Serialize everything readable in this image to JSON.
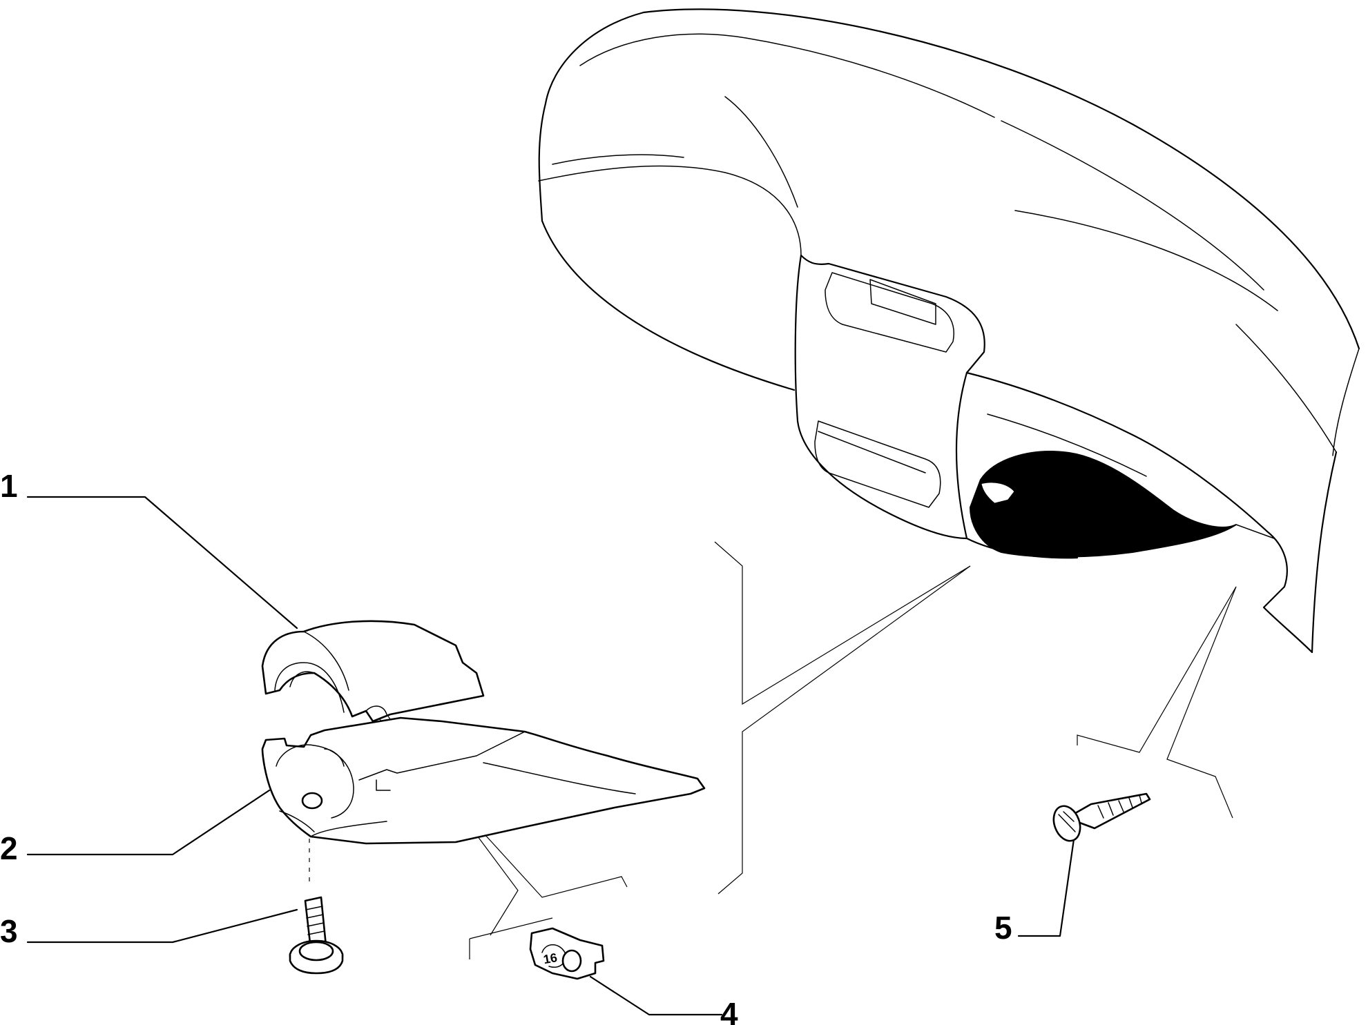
{
  "callouts": [
    {
      "id": "1",
      "label": "1"
    },
    {
      "id": "2",
      "label": "2"
    },
    {
      "id": "3",
      "label": "3"
    },
    {
      "id": "4",
      "label": "4"
    },
    {
      "id": "5",
      "label": "5"
    }
  ],
  "clip_marking": "16"
}
